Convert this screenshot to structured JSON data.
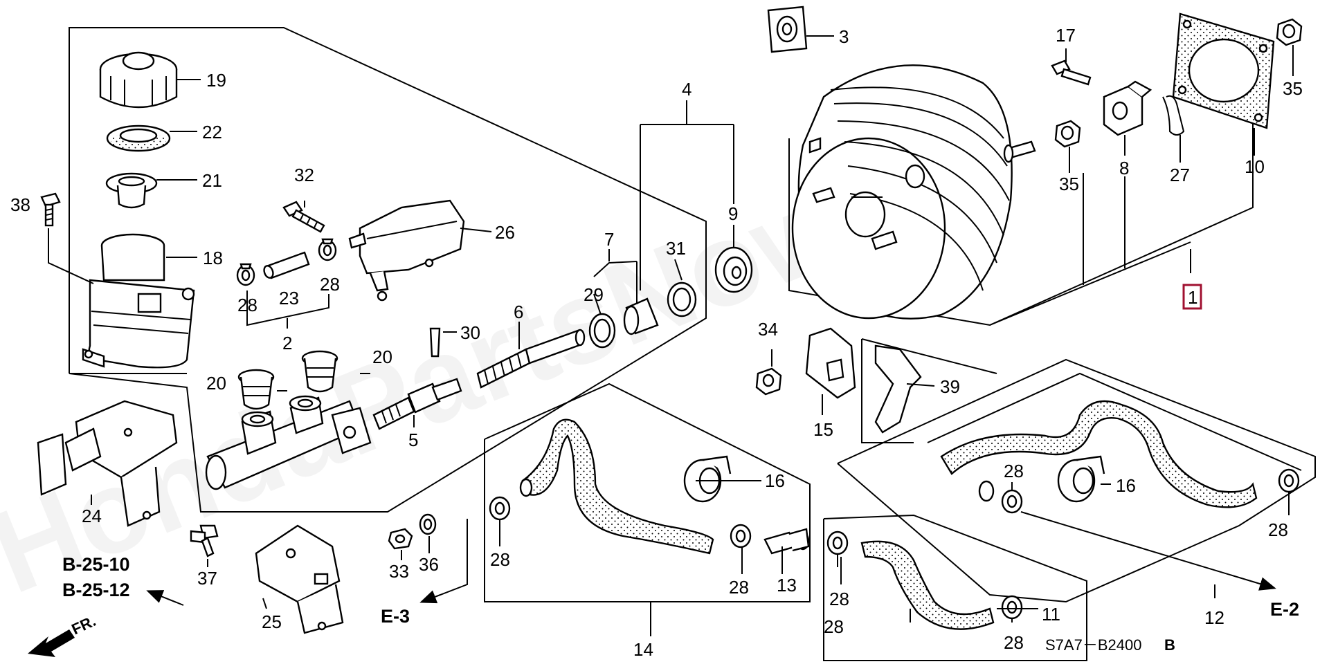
{
  "diagram": {
    "code": "S7A7－B2400",
    "code_suffix": "B",
    "watermark": "HondaPartsNow"
  },
  "callouts": [
    {
      "id": "c1",
      "text": "1",
      "boxed": true
    },
    {
      "id": "c2",
      "text": "2"
    },
    {
      "id": "c3",
      "text": "3"
    },
    {
      "id": "c4",
      "text": "4"
    },
    {
      "id": "c5",
      "text": "5"
    },
    {
      "id": "c6",
      "text": "6"
    },
    {
      "id": "c7",
      "text": "7"
    },
    {
      "id": "c8",
      "text": "8"
    },
    {
      "id": "c9",
      "text": "9"
    },
    {
      "id": "c10",
      "text": "10"
    },
    {
      "id": "c11",
      "text": "11"
    },
    {
      "id": "c12",
      "text": "12"
    },
    {
      "id": "c13",
      "text": "13"
    },
    {
      "id": "c14",
      "text": "14"
    },
    {
      "id": "c15",
      "text": "15"
    },
    {
      "id": "c16a",
      "text": "16"
    },
    {
      "id": "c16b",
      "text": "16"
    },
    {
      "id": "c17",
      "text": "17"
    },
    {
      "id": "c18",
      "text": "18"
    },
    {
      "id": "c19",
      "text": "19"
    },
    {
      "id": "c20a",
      "text": "20"
    },
    {
      "id": "c20b",
      "text": "20"
    },
    {
      "id": "c21",
      "text": "21"
    },
    {
      "id": "c22",
      "text": "22"
    },
    {
      "id": "c23",
      "text": "23"
    },
    {
      "id": "c24",
      "text": "24"
    },
    {
      "id": "c25",
      "text": "25"
    },
    {
      "id": "c26",
      "text": "26"
    },
    {
      "id": "c27",
      "text": "27"
    },
    {
      "id": "c28a",
      "text": "28"
    },
    {
      "id": "c28b",
      "text": "28"
    },
    {
      "id": "c28c",
      "text": "28"
    },
    {
      "id": "c28d",
      "text": "28"
    },
    {
      "id": "c28e",
      "text": "28"
    },
    {
      "id": "c28f",
      "text": "28"
    },
    {
      "id": "c28g",
      "text": "28"
    },
    {
      "id": "c28h",
      "text": "28"
    },
    {
      "id": "c28i",
      "text": "28"
    },
    {
      "id": "c29",
      "text": "29"
    },
    {
      "id": "c30",
      "text": "30"
    },
    {
      "id": "c31",
      "text": "31"
    },
    {
      "id": "c32",
      "text": "32"
    },
    {
      "id": "c33",
      "text": "33"
    },
    {
      "id": "c34",
      "text": "34"
    },
    {
      "id": "c35a",
      "text": "35"
    },
    {
      "id": "c35b",
      "text": "35"
    },
    {
      "id": "c36",
      "text": "36"
    },
    {
      "id": "c37",
      "text": "37"
    },
    {
      "id": "c38",
      "text": "38"
    },
    {
      "id": "c39",
      "text": "39"
    }
  ],
  "references": [
    {
      "id": "r1",
      "text": "B-25-10"
    },
    {
      "id": "r2",
      "text": "B-25-12"
    },
    {
      "id": "r3",
      "text": "E-3"
    },
    {
      "id": "r4",
      "text": "E-2"
    }
  ],
  "front_marker": "FR."
}
